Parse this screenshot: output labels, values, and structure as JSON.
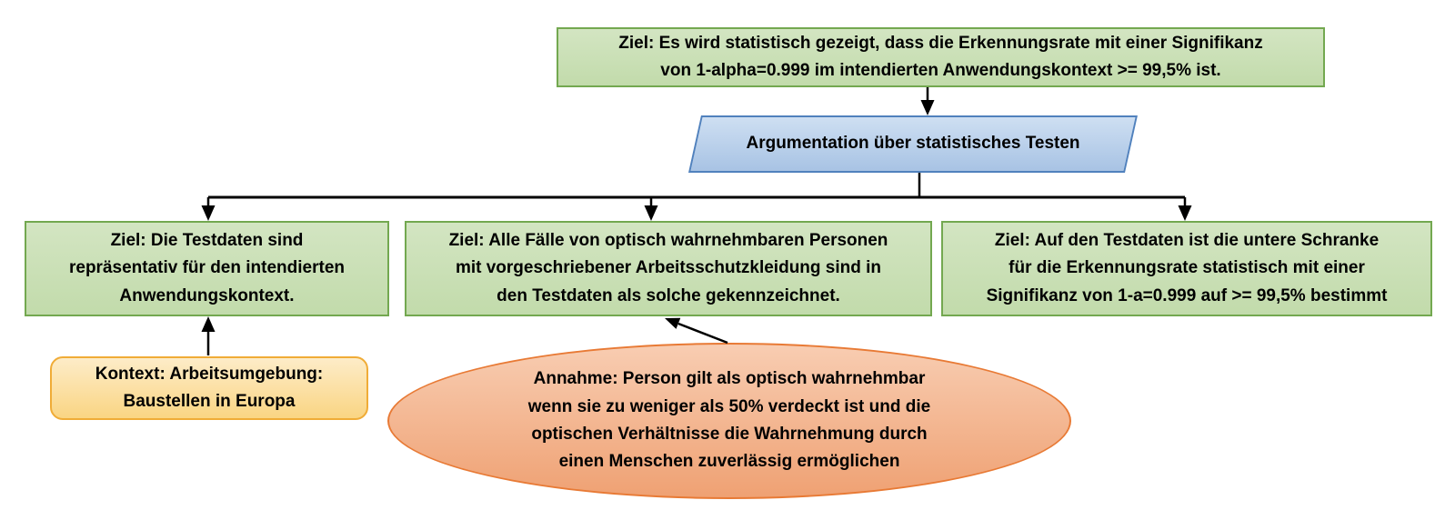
{
  "nodes": {
    "goal_top": {
      "type": "goal",
      "label": [
        "Ziel: Es wird statistisch gezeigt, dass die Erkennungsrate mit einer Signifikanz",
        "von 1-alpha=0.999 im intendierten Anwendungskontext >= 99,5% ist."
      ]
    },
    "strategy": {
      "type": "strategy",
      "label": [
        "Argumentation über statistisches Testen"
      ]
    },
    "goal_left": {
      "type": "goal",
      "label": [
        "Ziel: Die Testdaten sind",
        "repräsentativ für den intendierten",
        "Anwendungskontext."
      ]
    },
    "goal_middle": {
      "type": "goal",
      "label": [
        "Ziel: Alle Fälle von optisch wahrnehmbaren Personen",
        "mit vorgeschriebener Arbeitsschutzkleidung sind in",
        "den Testdaten als solche gekennzeichnet."
      ]
    },
    "goal_right": {
      "type": "goal",
      "label": [
        "Ziel: Auf den Testdaten ist die untere Schranke",
        "für die Erkennungsrate statistisch mit einer",
        "Signifikanz von 1-a=0.999 auf >= 99,5% bestimmt"
      ]
    },
    "context": {
      "type": "context",
      "label": [
        "Kontext: Arbeitsumgebung:",
        "Baustellen in Europa"
      ]
    },
    "assumption": {
      "type": "assumption",
      "label": [
        "Annahme: Person gilt als optisch wahrnehmbar",
        "wenn sie zu weniger als 50% verdeckt ist und die",
        "optischen Verhältnisse die Wahrnehmung durch",
        "einen Menschen zuverlässig ermöglichen"
      ]
    }
  },
  "edges": [
    {
      "from": "goal_top",
      "to": "strategy"
    },
    {
      "from": "strategy",
      "to": "goal_left"
    },
    {
      "from": "strategy",
      "to": "goal_middle"
    },
    {
      "from": "strategy",
      "to": "goal_right"
    },
    {
      "from": "context",
      "to": "goal_left"
    },
    {
      "from": "assumption",
      "to": "goal_middle"
    }
  ],
  "colors": {
    "goal_fill_top": "#d3e5c2",
    "goal_fill_bottom": "#c2dbab",
    "goal_border": "#73a850",
    "strategy_fill_top": "#cedff2",
    "strategy_fill_bottom": "#a8c3e4",
    "strategy_border": "#5081bd",
    "context_fill_top": "#fdecc8",
    "context_fill_bottom": "#fad583",
    "context_border": "#f0ac37",
    "assumption_fill_top": "#f8cdb2",
    "assumption_fill_bottom": "#efa173",
    "assumption_border": "#e87a35",
    "connector": "#000000"
  }
}
